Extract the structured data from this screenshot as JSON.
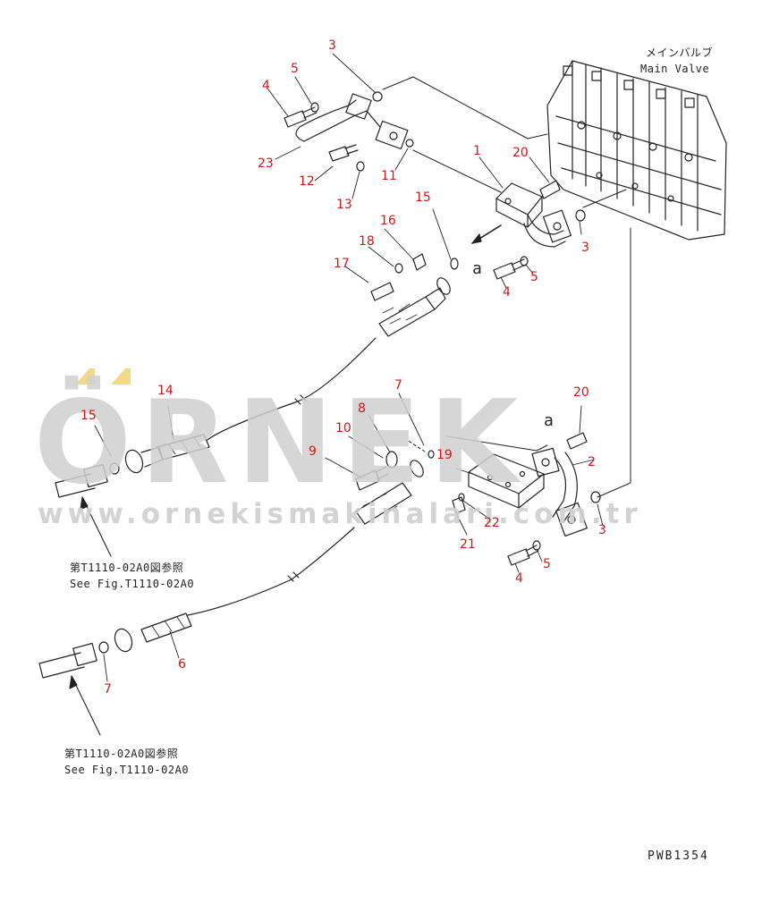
{
  "header": {
    "valve_label_jp": "メインバルブ",
    "valve_label_en": "Main Valve"
  },
  "watermark": {
    "brand": "ÖRNEK",
    "url": "www.ornekismakinalari.com.tr",
    "color": "#cfcfcf",
    "accent_color": "#f2d98a"
  },
  "part_label_color": "#d01818",
  "callouts": {
    "p1": "1",
    "p2": "2",
    "p3a": "3",
    "p3b": "3",
    "p3c": "3",
    "p4a": "4",
    "p4b": "4",
    "p4c": "4",
    "p5a": "5",
    "p5b": "5",
    "p5c": "5",
    "p6": "6",
    "p7a": "7",
    "p7b": "7",
    "p8": "8",
    "p9": "9",
    "p10": "10",
    "p11": "11",
    "p12": "12",
    "p13": "13",
    "p14": "14",
    "p15a": "15",
    "p15b": "15",
    "p16": "16",
    "p17": "17",
    "p18": "18",
    "p19": "19",
    "p20a": "20",
    "p20b": "20",
    "p21": "21",
    "p22": "22",
    "p23": "23"
  },
  "view_marks": {
    "a1": "a",
    "a2": "a"
  },
  "references": {
    "ref1_jp": "第T1110-02A0図参照",
    "ref1_en": "See Fig.T1110-02A0",
    "ref2_jp": "第T1110-02A0図参照",
    "ref2_en": "See Fig.T1110-02A0"
  },
  "drawing_code": "PWB1354"
}
